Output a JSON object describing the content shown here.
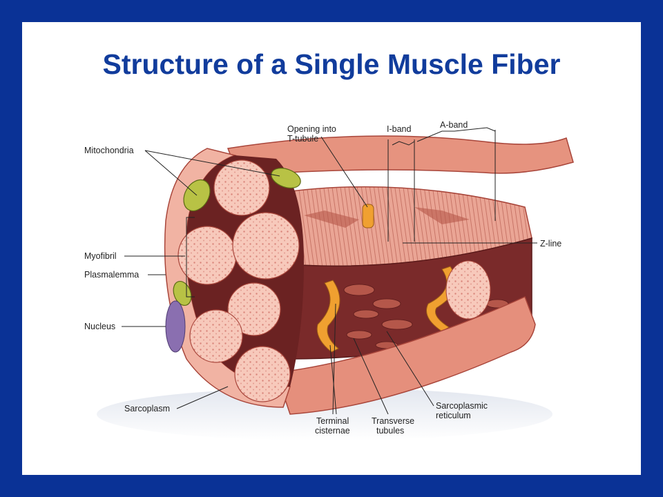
{
  "title": "Structure of a Single Muscle Fiber",
  "labels": {
    "mitochondria": "Mitochondria",
    "myofibril": "Myofibril",
    "plasmalemma": "Plasmalemma",
    "nucleus": "Nucleus",
    "sarcoplasm": "Sarcoplasm",
    "opening_line1": "Opening into",
    "opening_line2": "T-tubule",
    "i_band": "I-band",
    "a_band": "A-band",
    "z_line": "Z-line",
    "terminal_line1": "Terminal",
    "terminal_line2": "cisternae",
    "transverse_line1": "Transverse",
    "transverse_line2": "tubules",
    "sr_line1": "Sarcoplasmic",
    "sr_line2": "reticulum"
  },
  "colors": {
    "frame": "#0a3296",
    "title": "#113c9c",
    "muscle": "#e89a88",
    "muscle_dark": "#a8453a",
    "myofibril_face": "#f7c9bb",
    "mitochondria": "#b8c245",
    "nucleus": "#8a6fb0",
    "t_tubule": "#f0a030"
  }
}
